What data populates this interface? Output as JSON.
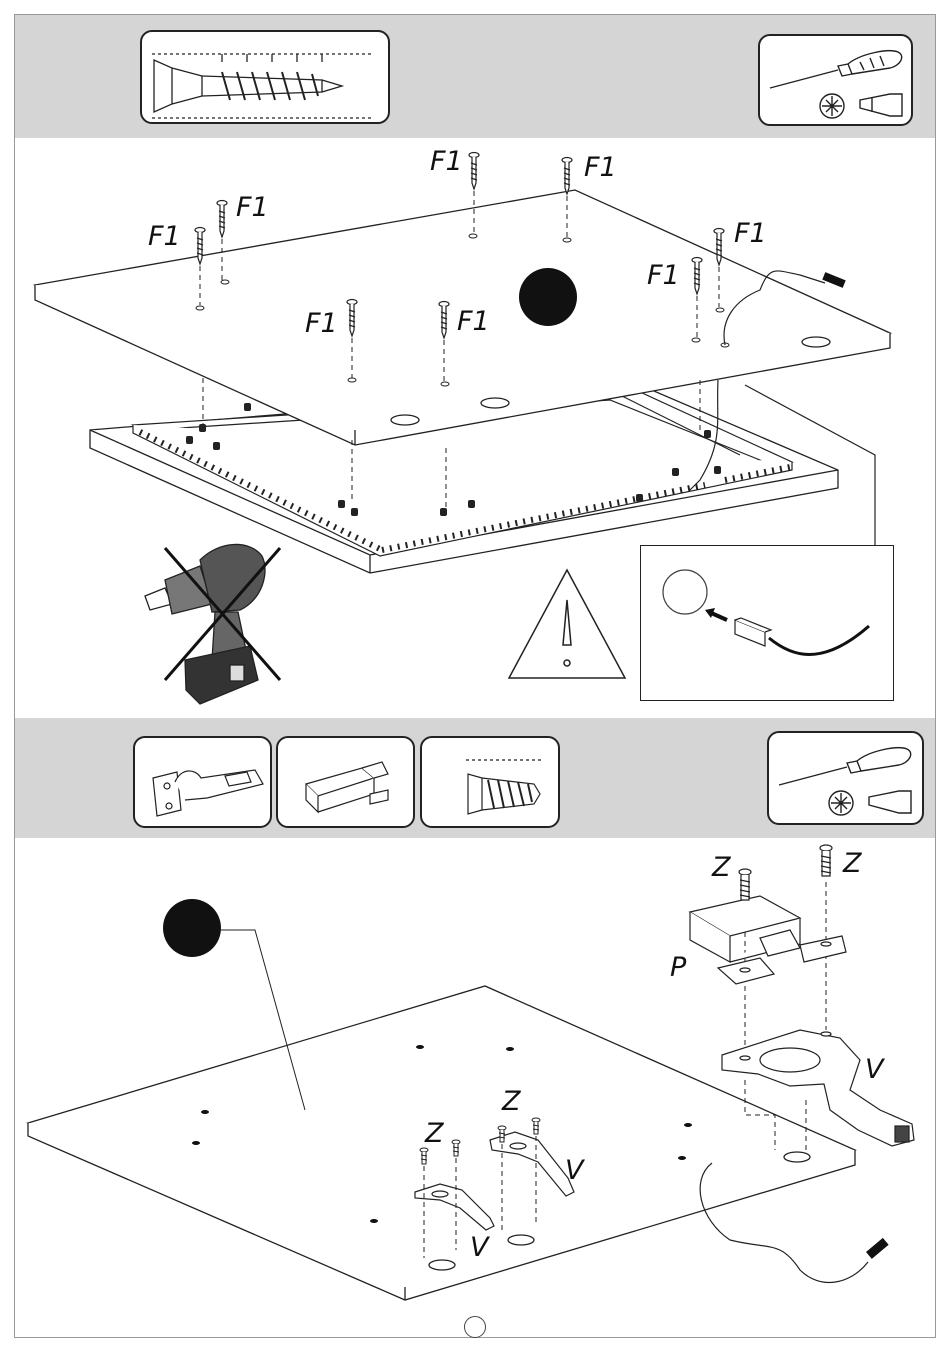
{
  "step1": {
    "parts_label": "F1",
    "icons": {
      "fastener": "screw-with-dowel-icon",
      "tools": [
        "screwdriver-icon",
        "phillips-bit-icon",
        "flat-tip-icon"
      ],
      "no_drill": "crossed-out-power-drill-icon",
      "warning": "warning-triangle-icon",
      "detail": "cable-connector-detail-icon"
    },
    "screw_labels": [
      "F1",
      "F1",
      "F1",
      "F1",
      "F1",
      "F1",
      "F1",
      "F1"
    ]
  },
  "step2": {
    "part_labels": {
      "z1": "Z",
      "z2": "Z",
      "z3": "Z",
      "z4": "Z",
      "p": "P",
      "v1": "V",
      "v2": "V",
      "v3": "V"
    },
    "icons": {
      "parts": [
        "hinge-icon",
        "push-latch-icon",
        "screw-icon"
      ],
      "tools": [
        "screwdriver-icon",
        "phillips-bit-icon",
        "flat-tip-icon"
      ]
    }
  },
  "page_number": ""
}
